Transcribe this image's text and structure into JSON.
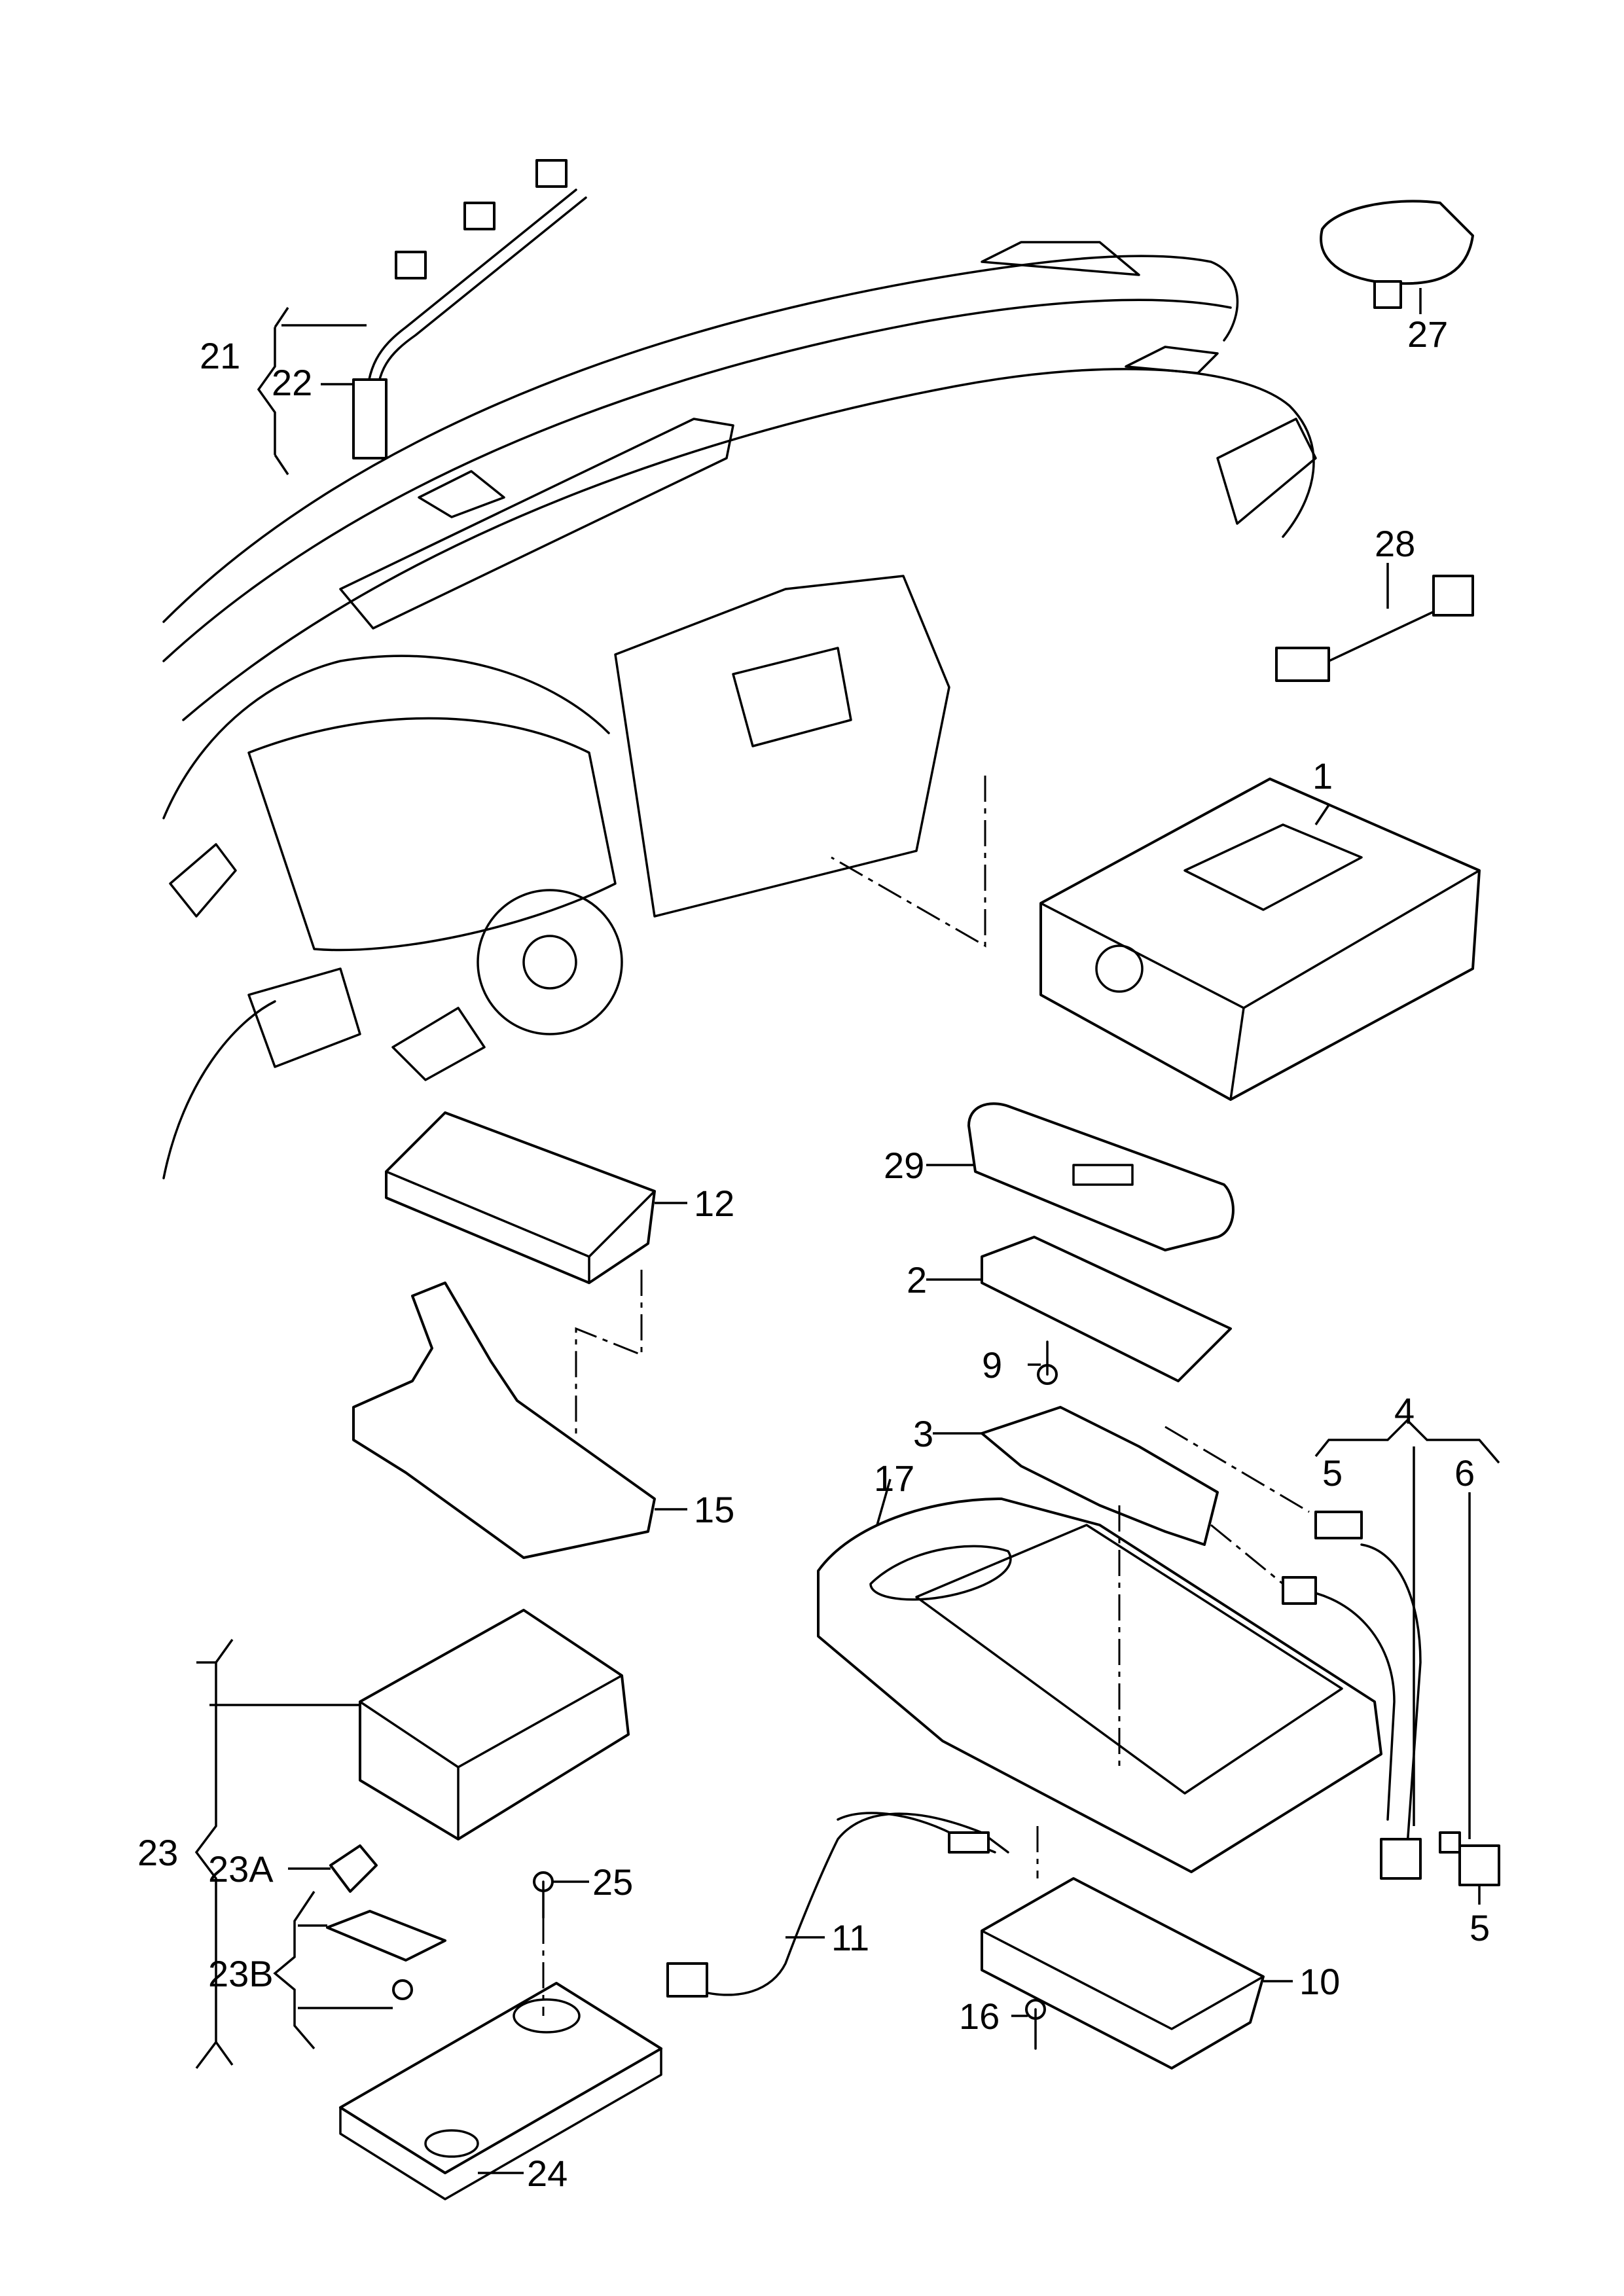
{
  "diagram": {
    "type": "exploded parts diagram",
    "subject": "Dashboard infotainment / electronics components",
    "callouts": [
      {
        "id": "1",
        "label": "1"
      },
      {
        "id": "2",
        "label": "2"
      },
      {
        "id": "3",
        "label": "3"
      },
      {
        "id": "4",
        "label": "4"
      },
      {
        "id": "5a",
        "label": "5"
      },
      {
        "id": "5b",
        "label": "5"
      },
      {
        "id": "6",
        "label": "6"
      },
      {
        "id": "9",
        "label": "9"
      },
      {
        "id": "10",
        "label": "10"
      },
      {
        "id": "11",
        "label": "11"
      },
      {
        "id": "12",
        "label": "12"
      },
      {
        "id": "15",
        "label": "15"
      },
      {
        "id": "16",
        "label": "16"
      },
      {
        "id": "17",
        "label": "17"
      },
      {
        "id": "21",
        "label": "21"
      },
      {
        "id": "22",
        "label": "22"
      },
      {
        "id": "23",
        "label": "23"
      },
      {
        "id": "23A",
        "label": "23A"
      },
      {
        "id": "23B",
        "label": "23B"
      },
      {
        "id": "24",
        "label": "24"
      },
      {
        "id": "25",
        "label": "25"
      },
      {
        "id": "27",
        "label": "27"
      },
      {
        "id": "28",
        "label": "28"
      },
      {
        "id": "29",
        "label": "29"
      }
    ],
    "colors": {
      "line": "#000000",
      "background": "#ffffff"
    }
  }
}
